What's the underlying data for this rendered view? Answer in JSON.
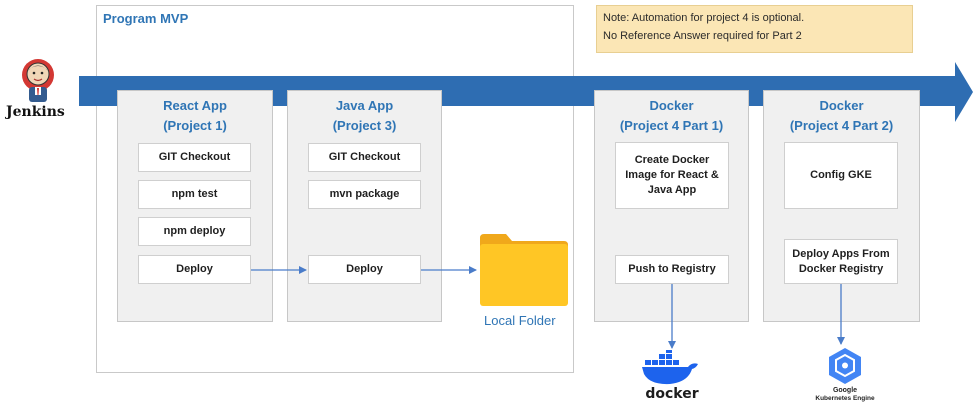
{
  "brand": {
    "jenkins_label": "Jenkins"
  },
  "mvp": {
    "title": "Program MVP"
  },
  "note": {
    "line1": "Note:  Automation for project 4 is optional.",
    "line2": "No Reference Answer required for Part 2"
  },
  "panels": {
    "react": {
      "title1": "React App",
      "title2": "(Project 1)",
      "steps": [
        "GIT Checkout",
        "npm test",
        "npm deploy",
        "Deploy"
      ]
    },
    "java": {
      "title1": "Java App",
      "title2": "(Project 3)",
      "steps": [
        "GIT Checkout",
        "mvn package",
        "Deploy"
      ]
    },
    "docker1": {
      "title1": "Docker",
      "title2": "(Project 4 Part 1)",
      "steps": [
        "Create Docker Image for React & Java App",
        "Push to Registry"
      ]
    },
    "docker2": {
      "title1": "Docker",
      "title2": "(Project 4 Part 2)",
      "steps": [
        "Config GKE",
        "Deploy Apps From Docker Registry"
      ]
    }
  },
  "folder": {
    "label": "Local Folder"
  },
  "logos": {
    "docker_text": "docker",
    "gke_line1": "Google",
    "gke_line2": "Kubernetes Engine"
  },
  "colors": {
    "pipeline_arrow": "#2e6db2",
    "title_blue": "#2f75b5",
    "connector": "#4a7cc9",
    "note_bg": "#fbe6b5",
    "folder_yellow": "#ffc625",
    "docker_blue": "#1d63ed",
    "gke_blue": "#4285f4"
  },
  "icons": [
    "jenkins-logo",
    "folder-icon",
    "docker-whale-icon",
    "gke-hexagon-icon"
  ]
}
